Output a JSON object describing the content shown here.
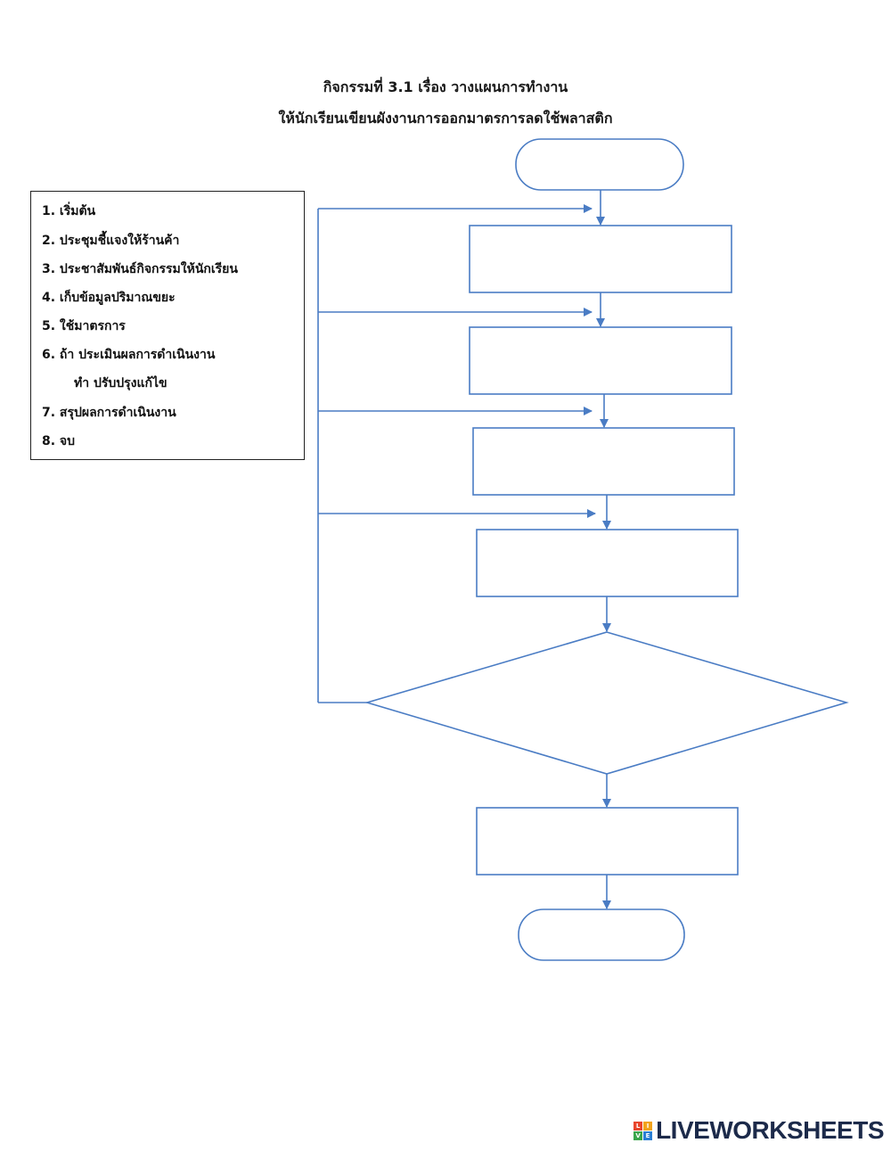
{
  "title": "กิจกรรมที่ 3.1 เรื่อง วางแผนการทำงาน",
  "subtitle": "ให้นักเรียนเขียนผังงานการออกมาตรการลดใช้พลาสติก",
  "steps": [
    "1. เริ่มต้น",
    "2. ประชุมชี้แจงให้ร้านค้า",
    "3. ประชาสัมพันธ์กิจกรรมให้นักเรียน",
    "4. เก็บข้อมูลปริมาณขยะ",
    "5. ใช้มาตรการ",
    "6. ถ้า ประเมินผลการดำเนินงาน",
    "ทำ ปรับปรุงแก้ไข",
    "7. สรุปผลการดำเนินงาน",
    "8. จบ"
  ],
  "colors": {
    "flow_stroke": "#4a7cc4",
    "box_border": "#222222"
  },
  "brand": {
    "text": "LIVEWORKSHEETS",
    "logo_letters": [
      "L",
      "I",
      "V",
      "E"
    ]
  }
}
